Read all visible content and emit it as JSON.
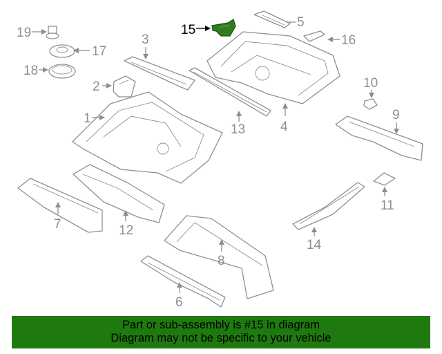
{
  "highlight": {
    "part": "15",
    "color": "#2f7d1f"
  },
  "callouts": {
    "c1": "1",
    "c2": "2",
    "c3": "3",
    "c4": "4",
    "c5": "5",
    "c6": "6",
    "c7": "7",
    "c8": "8",
    "c9": "9",
    "c10": "10",
    "c11": "11",
    "c12": "12",
    "c13": "13",
    "c14": "14",
    "c15": "15",
    "c16": "16",
    "c17": "17",
    "c18": "18",
    "c19": "19"
  },
  "banner": {
    "line1": "Part or sub-assembly is #15 in diagram",
    "line2": "Diagram may not be specific to your vehicle",
    "color": "#1e7a0f"
  }
}
